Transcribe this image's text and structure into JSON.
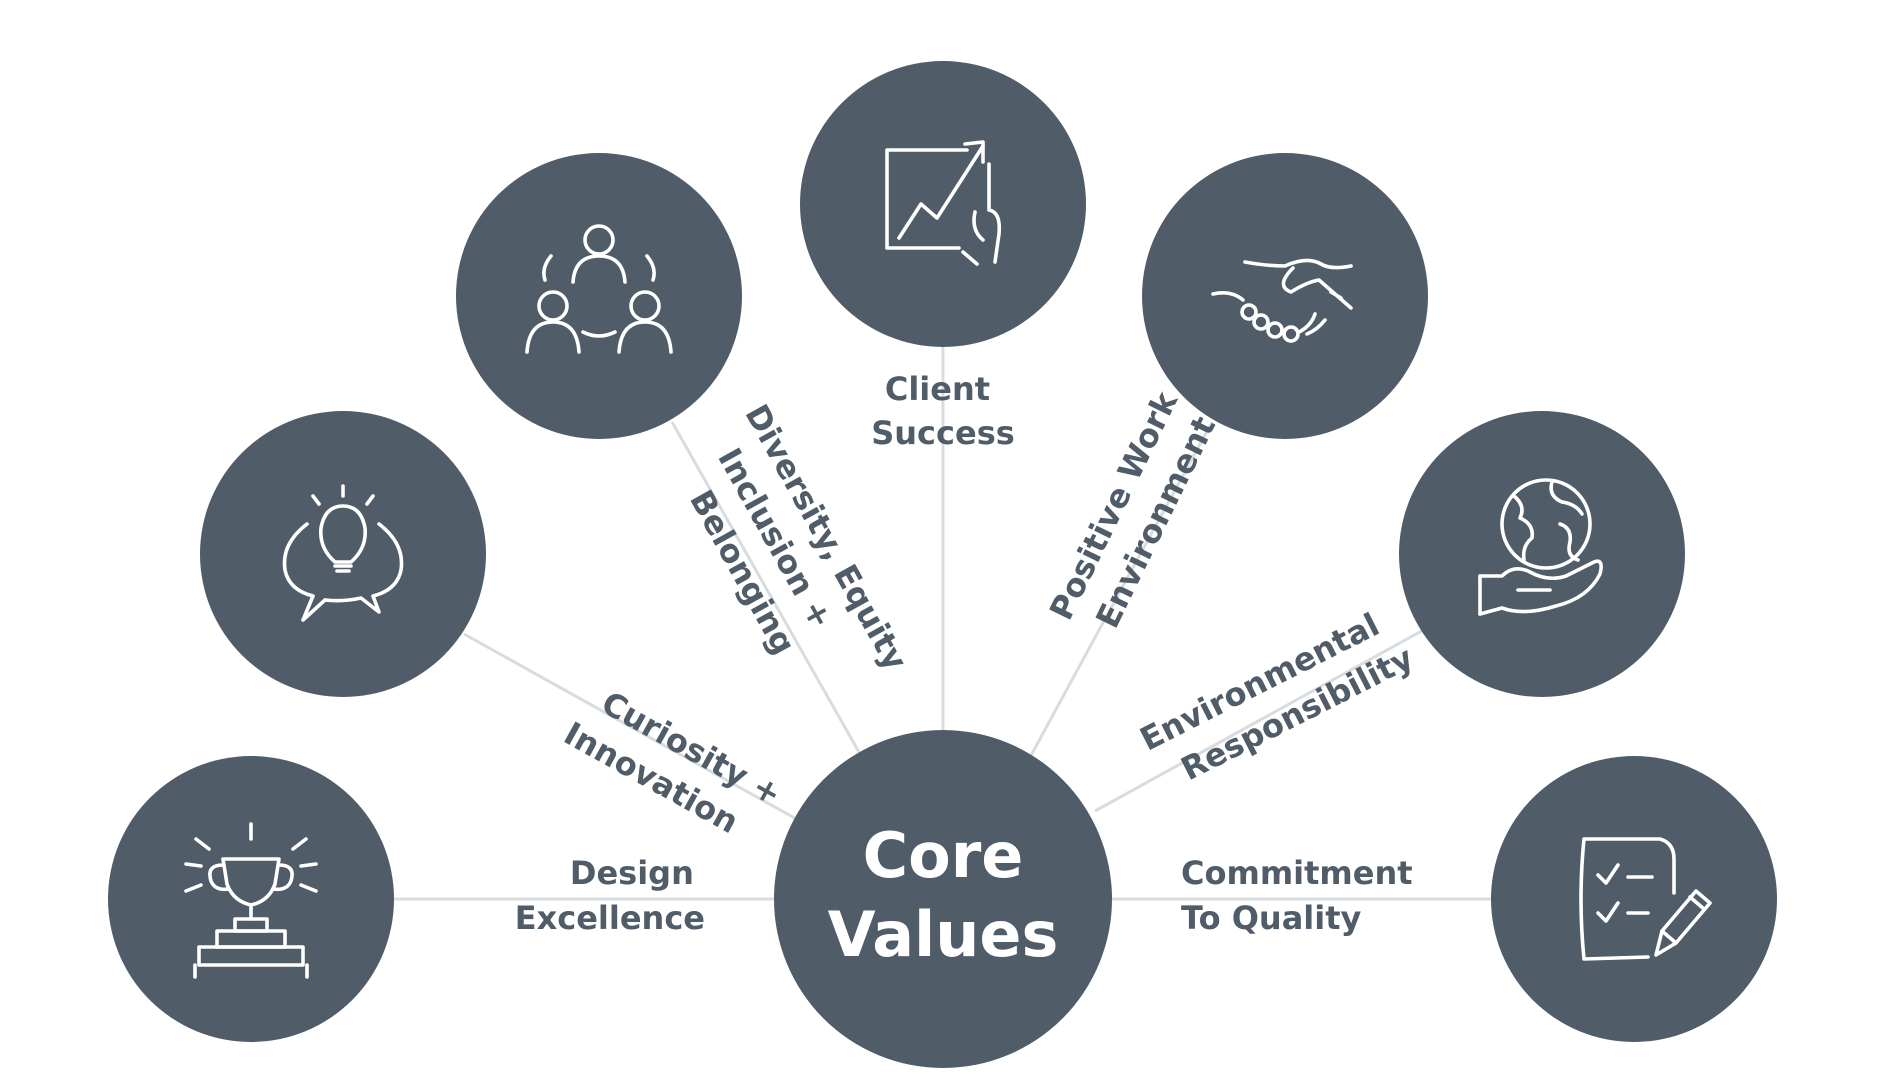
{
  "center": {
    "line1": "Core",
    "line2": "Values"
  },
  "nodes": [
    {
      "id": "design",
      "icon": "trophy-icon",
      "label_lines": [
        "Design",
        "Excellence"
      ]
    },
    {
      "id": "curiosity",
      "icon": "lightbulb-speech-icon",
      "label_lines": [
        "Curiosity +",
        "Innovation"
      ]
    },
    {
      "id": "diversity",
      "icon": "people-group-icon",
      "label_lines": [
        "Diversity, Equity",
        "Inclusion +",
        "Belonging"
      ]
    },
    {
      "id": "client",
      "icon": "growth-chart-icon",
      "label_lines": [
        "Client",
        "Success"
      ]
    },
    {
      "id": "positive",
      "icon": "handshake-icon",
      "label_lines": [
        "Positive Work",
        "Environment"
      ]
    },
    {
      "id": "environmental",
      "icon": "globe-hand-icon",
      "label_lines": [
        "Environmental",
        "Responsibility"
      ]
    },
    {
      "id": "quality",
      "icon": "checklist-icon",
      "label_lines": [
        "Commitment",
        "To Quality"
      ]
    }
  ],
  "colors": {
    "circle": "#505c68",
    "spoke": "#d9dcdf",
    "label": "#505c68",
    "background": "#ffffff"
  }
}
